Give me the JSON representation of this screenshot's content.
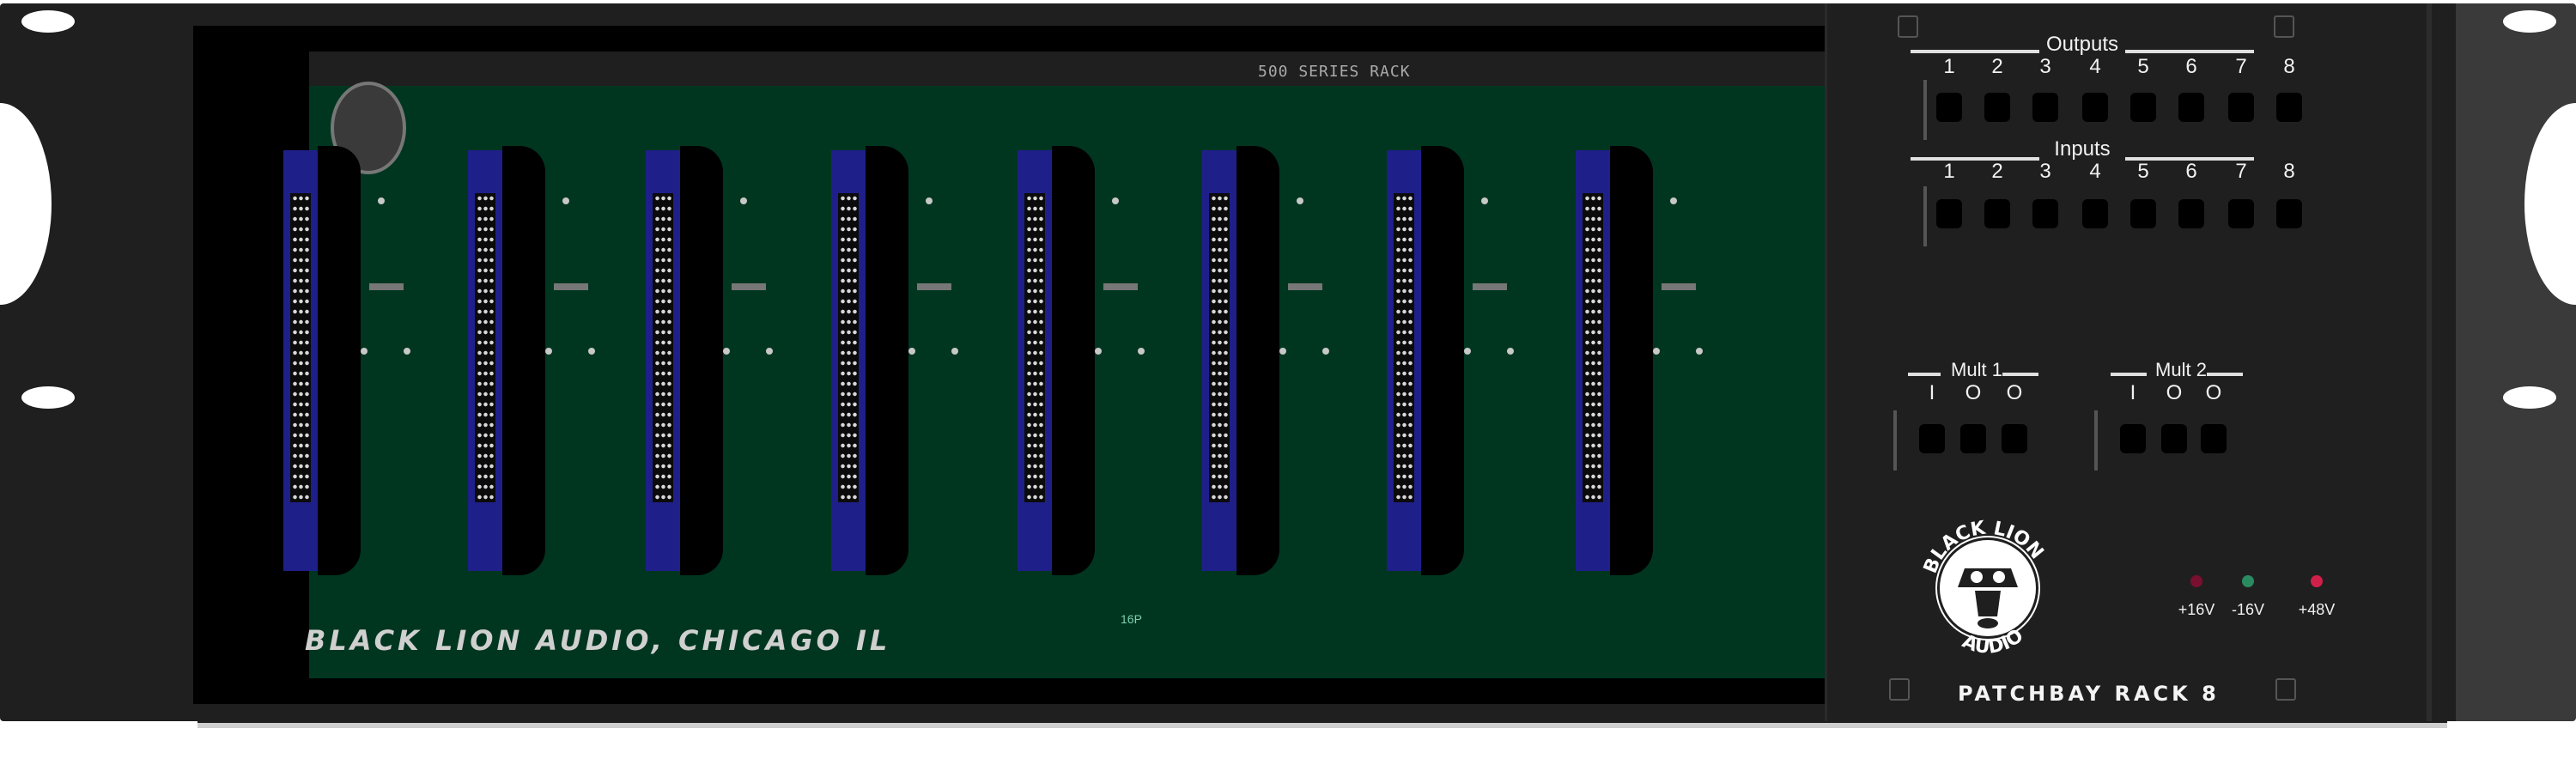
{
  "device": {
    "brand_silkscreen": "BLACK LION AUDIO, CHICAGO IL",
    "pcb_title": "500 SERIES RACK",
    "pcb_small_mark": "16P",
    "model_name": "PATCHBAY RACK 8",
    "logo_text_top": "BLACK LION",
    "logo_text_bottom": "AUDIO",
    "slot_count": 8
  },
  "patchbay": {
    "outputs": {
      "label": "Outputs",
      "channels": [
        "1",
        "2",
        "3",
        "4",
        "5",
        "6",
        "7",
        "8"
      ]
    },
    "inputs": {
      "label": "Inputs",
      "channels": [
        "1",
        "2",
        "3",
        "4",
        "5",
        "6",
        "7",
        "8"
      ]
    },
    "mult1": {
      "label": "Mult 1",
      "jacks": [
        "I",
        "O",
        "O"
      ]
    },
    "mult2": {
      "label": "Mult 2",
      "jacks": [
        "I",
        "O",
        "O"
      ]
    }
  },
  "power_leds": [
    {
      "label": "+16V",
      "color": "#7a1030"
    },
    {
      "label": "-16V",
      "color": "#2a8a60"
    },
    {
      "label": "+48V",
      "color": "#d0204a"
    }
  ],
  "colors": {
    "panel": "#1f1f1f",
    "pcb": "#003620",
    "slot_connector": "#1f1f8a",
    "label_text": "#f2f2f2"
  }
}
